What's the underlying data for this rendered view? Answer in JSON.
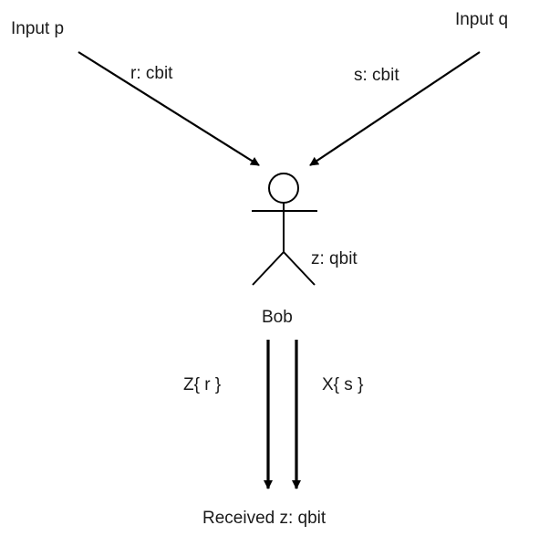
{
  "diagram": {
    "labels": {
      "input_p": "Input p",
      "input_q": "Input q",
      "r_label": "r: cbit",
      "s_label": "s: cbit",
      "z_label": "z: qbit",
      "bob": "Bob",
      "z_gate": "Z{ r }",
      "x_gate": "X{ s }",
      "received": "Received z: qbit"
    },
    "figure": "stick-figure",
    "colors": {
      "stroke": "#000000",
      "text": "#1a1a1a"
    }
  }
}
